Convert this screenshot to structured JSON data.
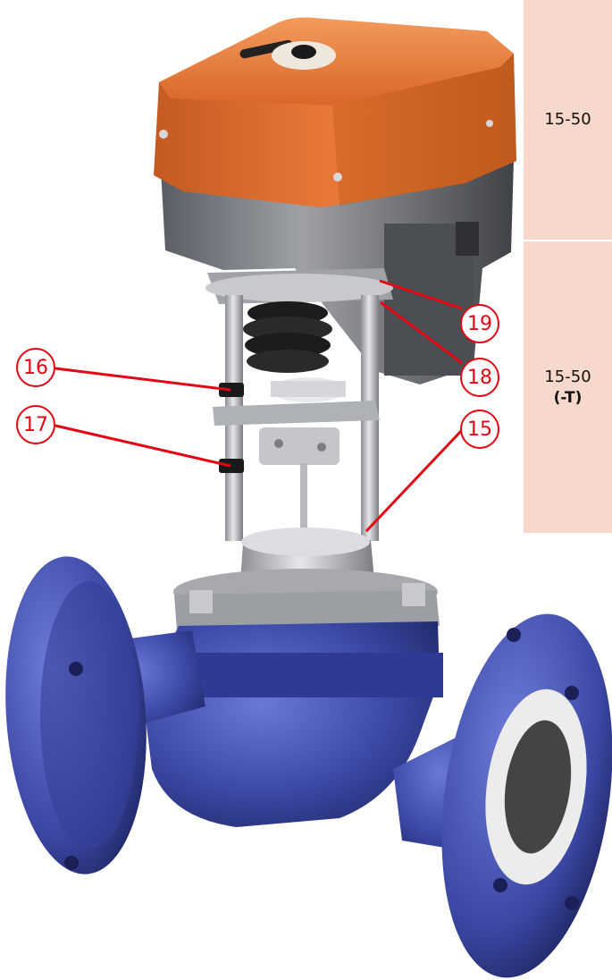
{
  "table": {
    "row1": {
      "size": "15-50"
    },
    "row2": {
      "size": "15-50",
      "variant": "(-T)"
    }
  },
  "callouts": {
    "c15": "15",
    "c16": "16",
    "c17": "17",
    "c18": "18",
    "c19": "19"
  },
  "colors": {
    "actuator_orange": "#e8793a",
    "valve_blue": "#3d4aa8",
    "callout_red": "#e30613",
    "table_bg": "#f6d8cc"
  }
}
